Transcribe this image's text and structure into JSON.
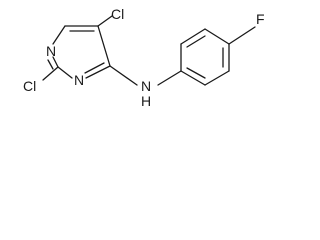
{
  "structure": {
    "atoms": {
      "cl_top": "Cl",
      "cl_left": "Cl",
      "n_ring_top": "N",
      "n_ring_bottom": "N",
      "nh_n": "N",
      "nh_h": "H",
      "f": "F"
    },
    "colors": {
      "bond": "#1a1a1a",
      "text": "#1a1a1a",
      "background": "#ffffff"
    }
  }
}
